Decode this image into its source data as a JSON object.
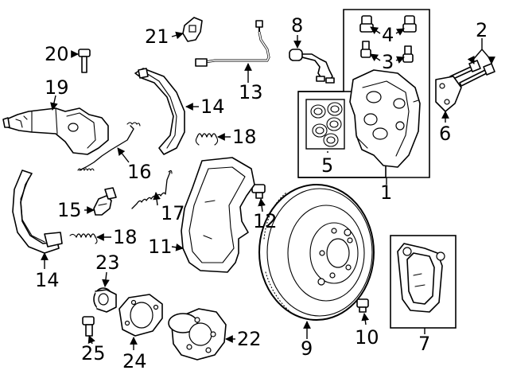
{
  "diagram": {
    "labels": {
      "p1": "1",
      "p2": "2",
      "p3": "3",
      "p4": "4",
      "p5": "5",
      "p6": "6",
      "p7": "7",
      "p8": "8",
      "p9": "9",
      "p10": "10",
      "p11": "11",
      "p12": "12",
      "p13": "13",
      "p14a": "14",
      "p14b": "14",
      "p15": "15",
      "p16": "16",
      "p17": "17",
      "p18a": "18",
      "p18b": "18",
      "p19": "19",
      "p20": "20",
      "p21": "21",
      "p22": "22",
      "p23": "23",
      "p24": "24",
      "p25": "25"
    }
  }
}
